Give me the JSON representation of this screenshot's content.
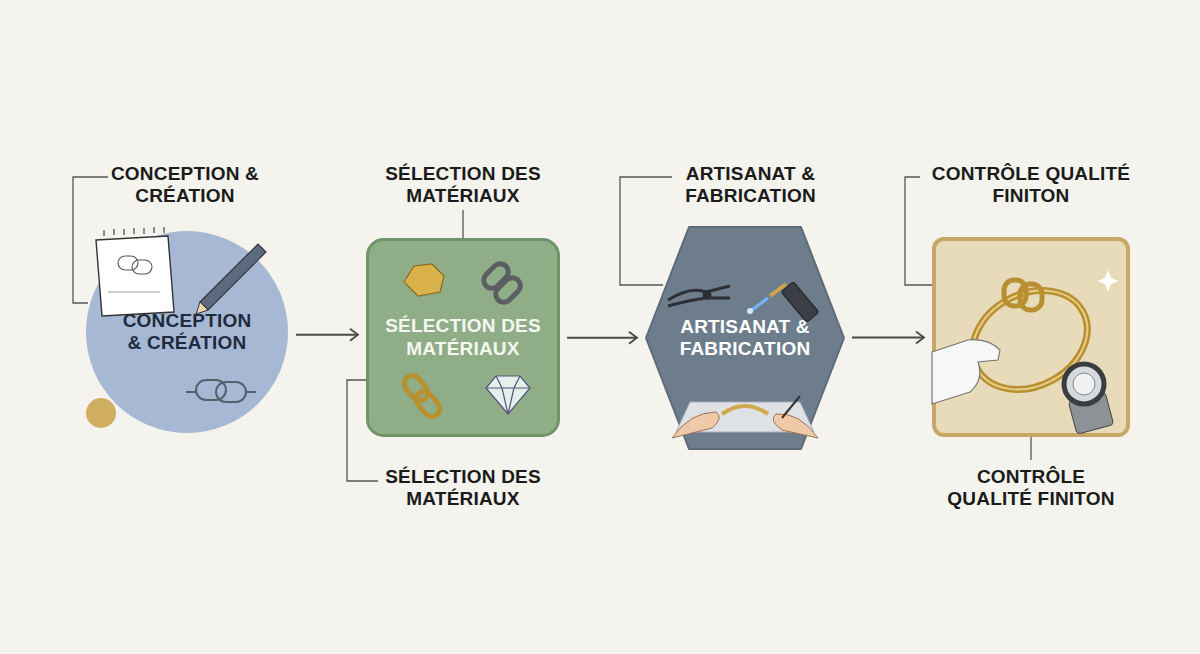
{
  "diagram": {
    "nodes": [
      {
        "text": [
          "CONCEPTION & CRÉATION",
          "CONCEPTION & CRÉATION"
        ]
      },
      {
        "text": [
          "SÉLECTION DES MATÉRIAUX",
          "SÉLECTION DES MATÉRIAUX",
          "SÉLECTION DES MATÉRIAUX"
        ]
      },
      {
        "text": [
          "ARTISANAT & FABRICATION",
          "ARTISANAT & FABRICATION"
        ]
      },
      {
        "text": [
          "CONTRÔLE QUALITÉ FINITON",
          "CONTRÔLE QUALITÉ FINITON"
        ]
      }
    ],
    "edges": [
      {
        "from": 0,
        "to": 1,
        "arrow": "to"
      },
      {
        "from": 1,
        "to": 2,
        "arrow": "to"
      },
      {
        "from": 2,
        "to": 3,
        "arrow": "to"
      }
    ]
  }
}
